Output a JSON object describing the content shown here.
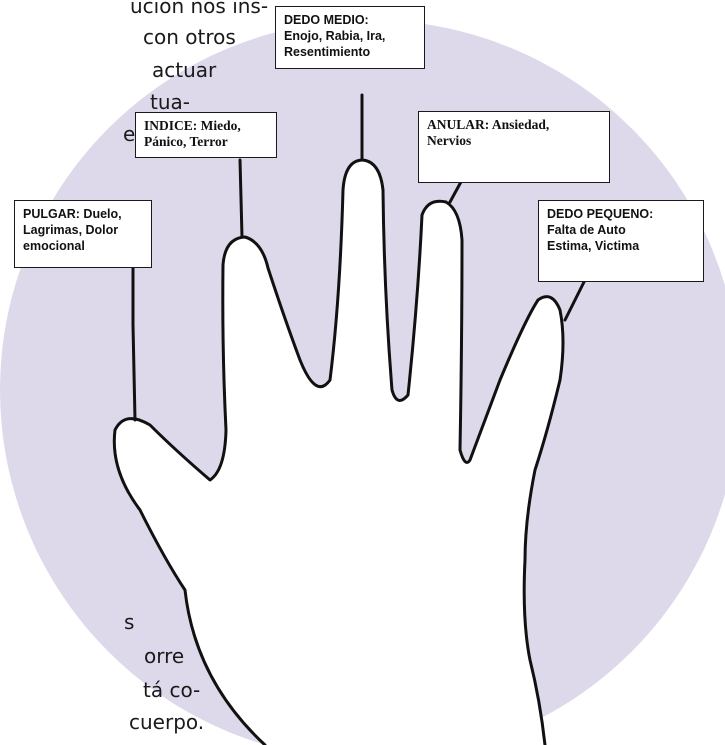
{
  "colors": {
    "accent_lavender": "#ddd9ea",
    "ink": "#1a1a1a"
  },
  "text_top": [
    "ucion nos ins-",
    "con otros",
    "actuar",
    "tua-",
    "es"
  ],
  "text_bottom": [
    "s",
    "orre",
    "tá co-",
    "cuerpo."
  ],
  "labels": {
    "medio": {
      "name": "DEDO MEDIO:",
      "text": [
        "Enojo, Rabia, Ira,",
        "Resentimiento"
      ]
    },
    "indice": {
      "name": "INDICE:",
      "text": [
        " Miedo,",
        "Pánico, Terror"
      ]
    },
    "anular": {
      "name": "ANULAR:",
      "text": [
        " Ansiedad,",
        "Nervios"
      ]
    },
    "pulgar": {
      "name": "PULGAR:",
      "text": [
        " Duelo,",
        "Lagrimas, Dolor",
        "emocional"
      ]
    },
    "pequeno": {
      "name": "DEDO PEQUENO:",
      "text": [
        "Falta de Auto",
        "Estima, Victima"
      ]
    }
  }
}
